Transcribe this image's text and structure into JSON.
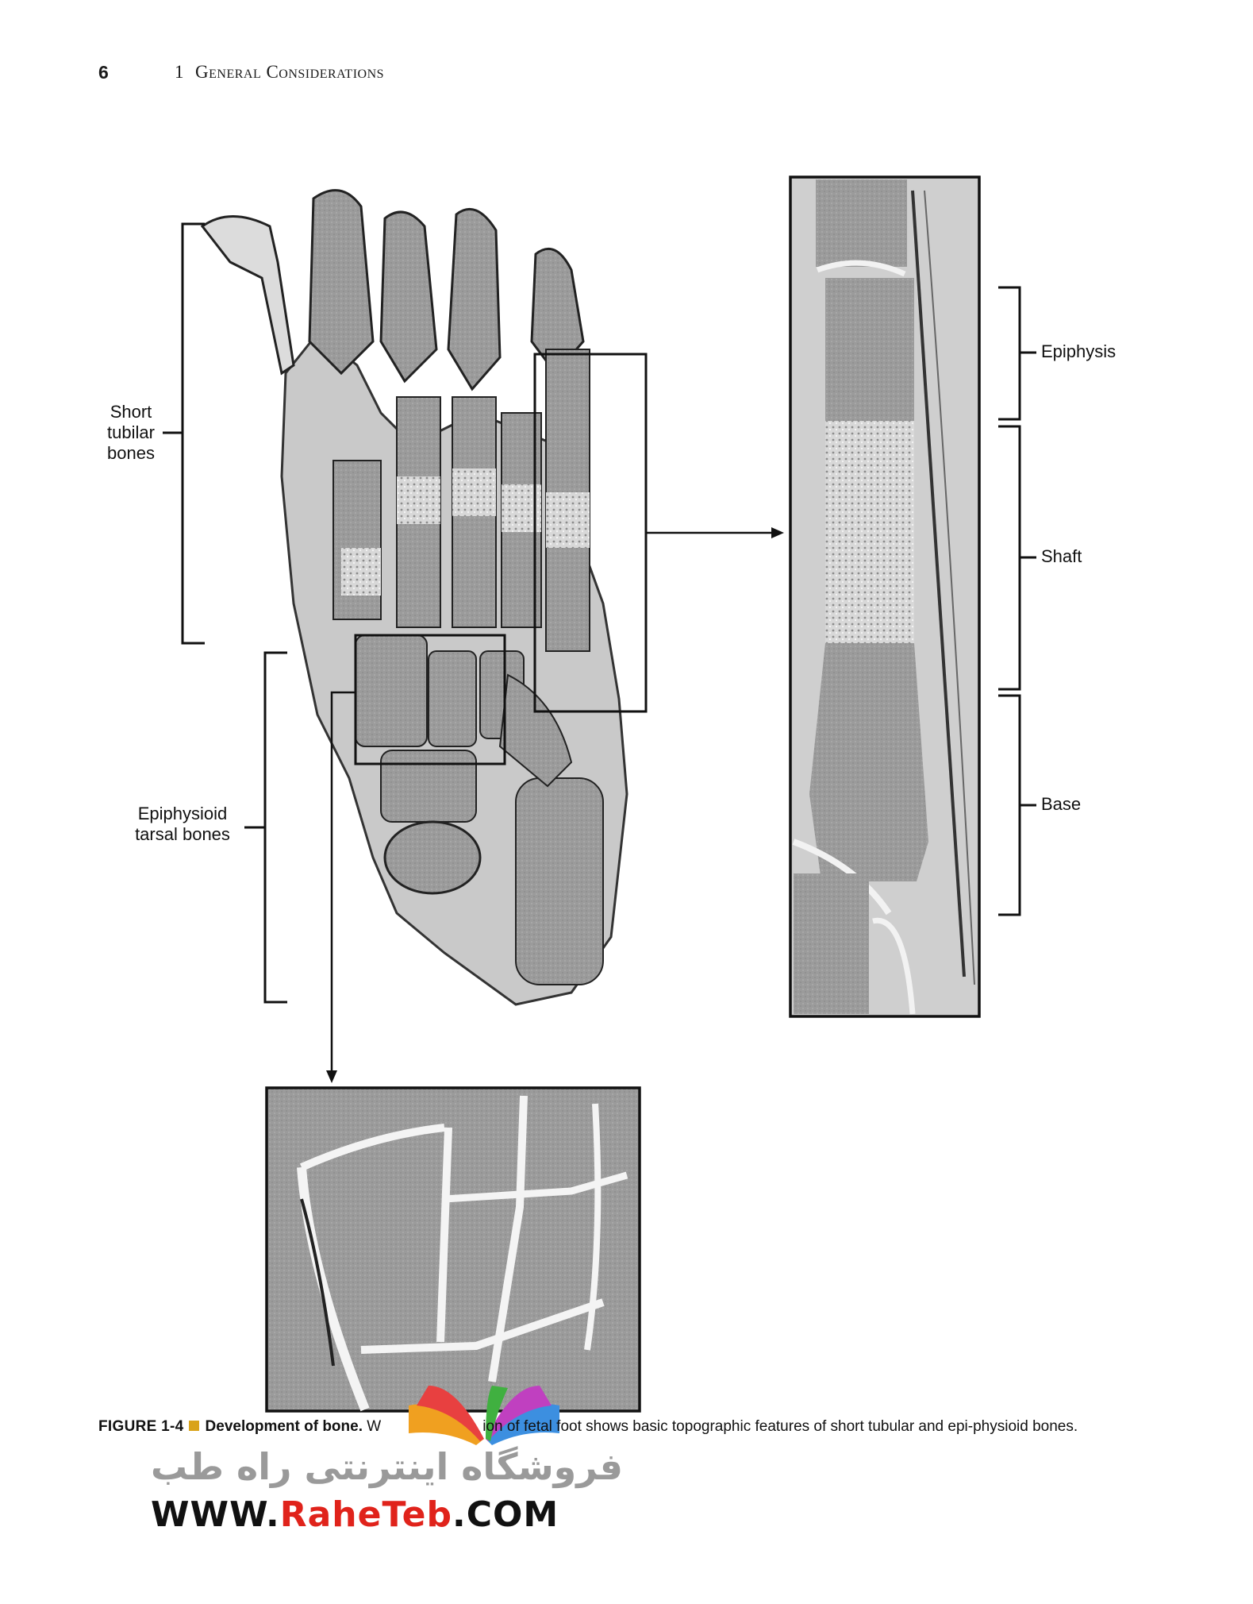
{
  "header": {
    "page_number": "6",
    "chapter_number": "1",
    "chapter_title": "General Considerations"
  },
  "figure": {
    "labels": {
      "short_tubular": [
        "Short",
        "tubilar",
        "bones"
      ],
      "epiphysioid": [
        "Epiphysioid",
        "tarsal bones"
      ],
      "epiphysis": "Epiphysis",
      "shaft": "Shaft",
      "base": "Base"
    }
  },
  "caption": {
    "figure_label": "FIGURE 1-4",
    "title": "Development of bone.",
    "text_before": "W",
    "text_after": "ion of fetal foot shows basic topographic features of short tubular and epi-physioid bones."
  },
  "watermark": {
    "persian_text": "فروشگاه اینترنتی راه طب",
    "url_prefix": "WWW.",
    "url_accent": "RaheTeb",
    "url_suffix": ".COM",
    "colors": {
      "accent": "#e0231b",
      "gray": "#9a9a9a"
    }
  }
}
